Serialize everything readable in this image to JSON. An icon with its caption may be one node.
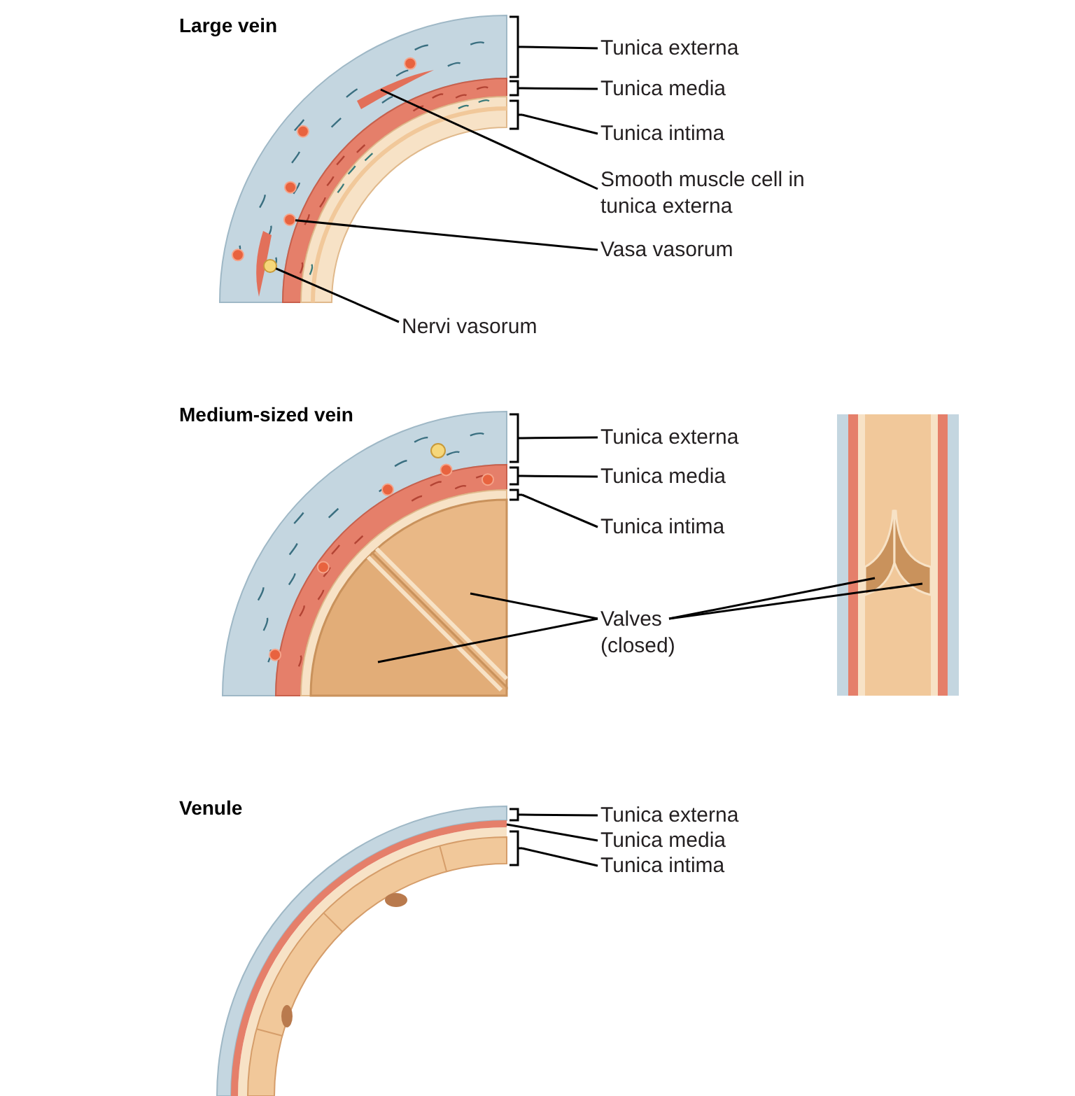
{
  "diagram": {
    "nodes": [
      {
        "text": [
          "Tunica externa"
        ]
      },
      {
        "text": [
          "Tunica media"
        ]
      },
      {
        "text": [
          "Tunica intima"
        ]
      },
      {
        "text": [
          "Smooth muscle cell in tunica externa"
        ]
      },
      {
        "text": [
          "Vasa vasorum"
        ]
      },
      {
        "text": [
          "Nervi vasorum"
        ]
      },
      {
        "text": [
          "Tunica externa"
        ]
      },
      {
        "text": [
          "Tunica media"
        ]
      },
      {
        "text": [
          "Tunica intima"
        ]
      },
      {
        "text": [
          "Valves (closed)"
        ]
      },
      {
        "text": [
          "Tunica externa"
        ]
      },
      {
        "text": [
          "Tunica media"
        ]
      },
      {
        "text": [
          "Tunica intima"
        ]
      },
      {
        "text": [],
        "shape": "bracket"
      },
      {
        "text": [],
        "shape": "bracket"
      },
      {
        "text": [],
        "shape": "bracket"
      },
      {
        "text": [],
        "shape": "picture"
      },
      {
        "text": [],
        "shape": "circle"
      },
      {
        "text": [],
        "shape": "circle"
      },
      {
        "text": [],
        "shape": "bracket"
      },
      {
        "text": [],
        "shape": "bracket"
      },
      {
        "text": [],
        "shape": "bracket"
      },
      {
        "text": [],
        "shape": "picture"
      },
      {
        "text": [],
        "shape": "picture"
      },
      {
        "text": [],
        "shape": "picture"
      },
      {
        "text": [],
        "shape": "picture"
      },
      {
        "text": [],
        "shape": "bracket"
      },
      {
        "text": [],
        "shape": "picture"
      },
      {
        "text": [],
        "shape": "bracket"
      }
    ],
    "edges": [
      {
        "from": 0,
        "to": 13,
        "arrow": "none"
      },
      {
        "from": 1,
        "to": 14,
        "arrow": "none"
      },
      {
        "from": 2,
        "to": 15,
        "arrow": "none"
      },
      {
        "from": 3,
        "to": 16,
        "arrow": "none"
      },
      {
        "from": 4,
        "to": 17,
        "arrow": "none"
      },
      {
        "from": 5,
        "to": 18,
        "arrow": "none"
      },
      {
        "from": 6,
        "to": 19,
        "arrow": "none"
      },
      {
        "from": 7,
        "to": 20,
        "arrow": "none"
      },
      {
        "from": 8,
        "to": 21,
        "arrow": "none"
      },
      {
        "from": 9,
        "to": 22,
        "arrow": "none"
      },
      {
        "from": 9,
        "to": 23,
        "arrow": "none"
      },
      {
        "from": 9,
        "to": 24,
        "arrow": "none"
      },
      {
        "from": 9,
        "to": 25,
        "arrow": "none"
      },
      {
        "from": 10,
        "to": 26,
        "arrow": "none"
      },
      {
        "from": 11,
        "to": 27,
        "arrow": "none"
      },
      {
        "from": 12,
        "to": 28,
        "arrow": "none"
      }
    ],
    "labels": [
      "Large vein",
      "Medium-sized vein",
      "Venule"
    ]
  }
}
